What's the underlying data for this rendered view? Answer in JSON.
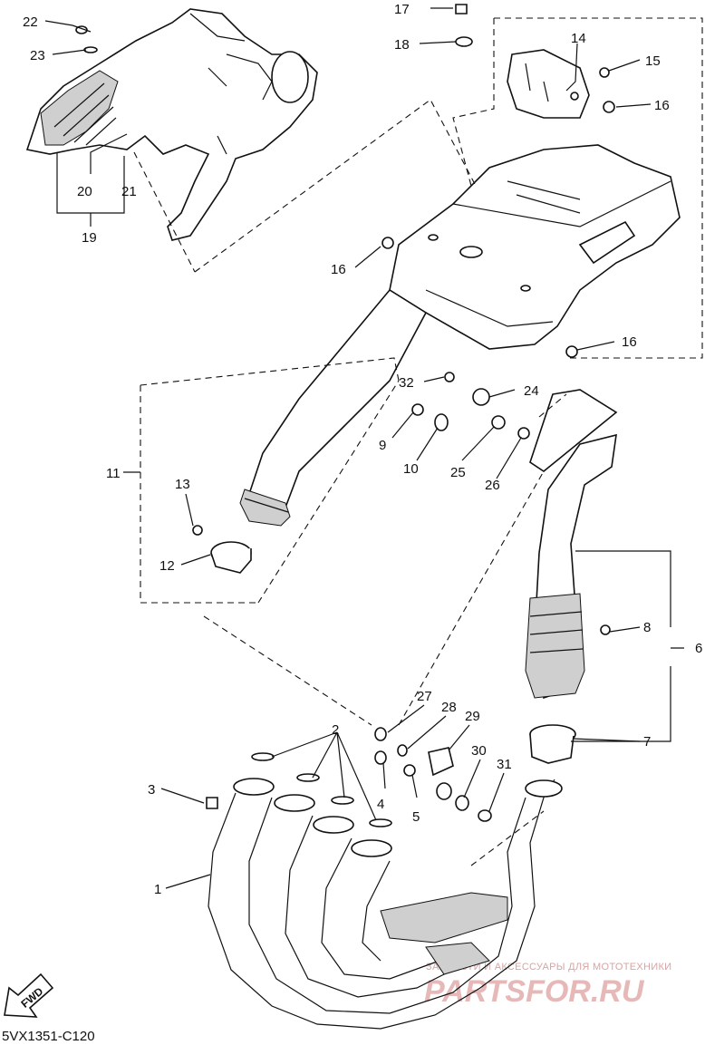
{
  "diagram": {
    "code": "5VX1351-C120",
    "fwd_label": "FWD",
    "watermark": {
      "tagline": "ЗАПЧАСТИ И АКСЕССУАРЫ ДЛЯ МОТОТЕХНИКИ",
      "logo": "PARTSFOR.RU"
    },
    "callouts": {
      "n1": "1",
      "n2": "2",
      "n3": "3",
      "n4": "4",
      "n5": "5",
      "n6": "6",
      "n7": "7",
      "n8": "8",
      "n9": "9",
      "n10": "10",
      "n11": "11",
      "n12": "12",
      "n13": "13",
      "n14": "14",
      "n15": "15",
      "n16a": "16",
      "n16b": "16",
      "n16c": "16",
      "n17": "17",
      "n18": "18",
      "n19": "19",
      "n20": "20",
      "n21": "21",
      "n22": "22",
      "n23": "23",
      "n24": "24",
      "n25": "25",
      "n26": "26",
      "n27": "27",
      "n28": "28",
      "n29": "29",
      "n30": "30",
      "n31": "31",
      "n32": "32"
    }
  }
}
